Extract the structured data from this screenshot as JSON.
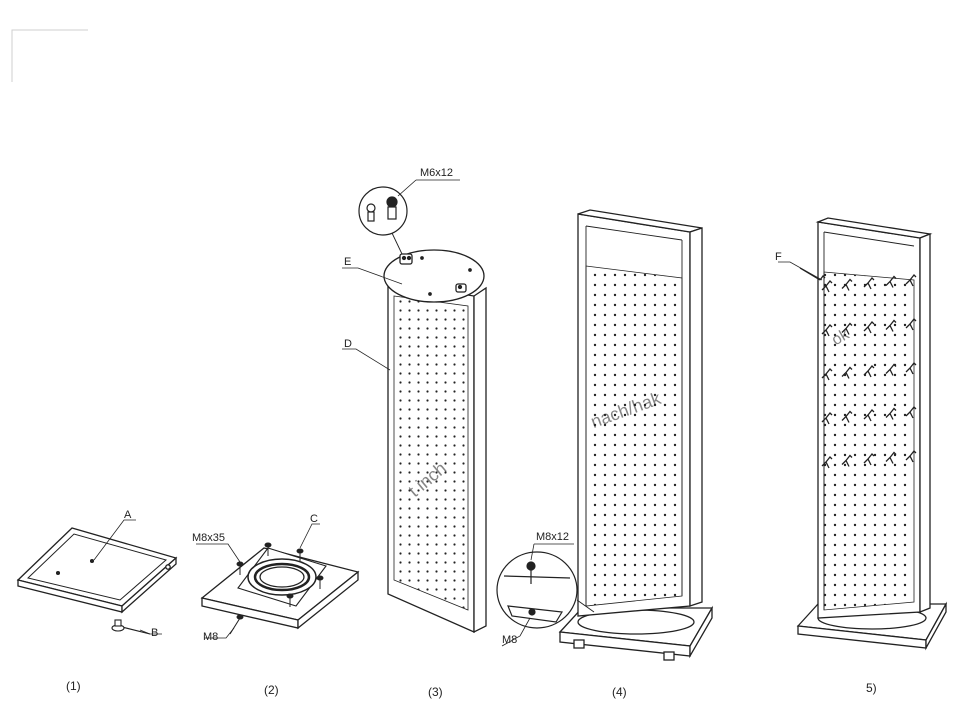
{
  "labels": {
    "A": "A",
    "B": "B",
    "C": "C",
    "D": "D",
    "E": "E",
    "F": "F",
    "m8x35": "M8x35",
    "m8_step2": "M8",
    "m6x12": "M6x12",
    "m8x12": "M8x12",
    "m8_step4": "M8"
  },
  "steps": [
    "(1)",
    "(2)",
    "(3)",
    "(4)",
    "5)"
  ],
  "colors": {
    "line": "#222222",
    "panel": "#ffffff",
    "watermark": "#9cc9e6"
  },
  "icons": {
    "screw": "screw-icon",
    "hook": "hook-icon"
  }
}
